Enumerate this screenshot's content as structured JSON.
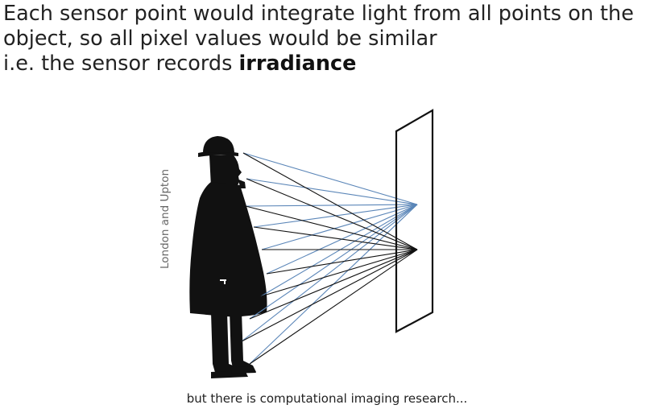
{
  "text": {
    "line1": "Each sensor point would integrate light from all points on the",
    "line2": "object, so all pixel values would be similar",
    "line3_prefix": "i.e. the sensor records ",
    "line3_bold": "irradiance"
  },
  "figure": {
    "credit": "London and Upton",
    "caption": "but there is computational imaging research...",
    "subject_icon": "man-in-bowler-hat-silhouette",
    "colors": {
      "ray_blue": "#5b86b8",
      "ray_black": "#111111",
      "sensor": "#111111"
    }
  }
}
